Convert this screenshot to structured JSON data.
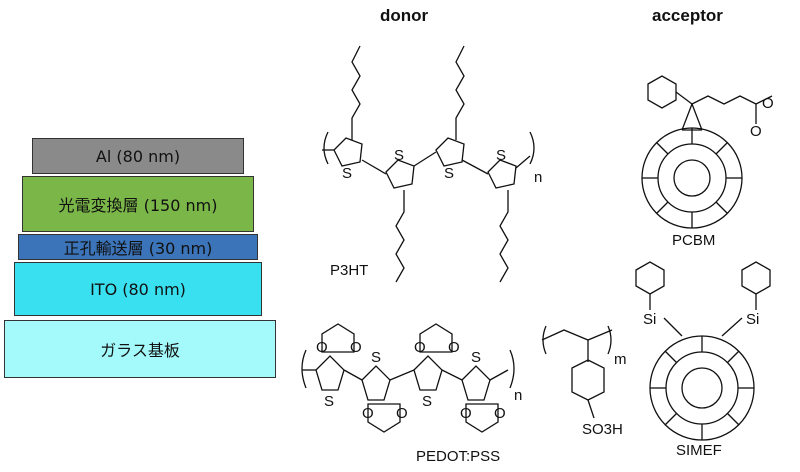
{
  "layers": [
    {
      "label": "Al (80 nm)",
      "color": "#8a8a8a"
    },
    {
      "label": "光電変換層 (150 nm)",
      "color": "#7ab648"
    },
    {
      "label": "正孔輸送層 (30 nm)",
      "color": "#3b74b8"
    },
    {
      "label": "ITO (80 nm)",
      "color": "#39e0f0"
    },
    {
      "label": "ガラス基板",
      "color": "#a4fafa"
    }
  ],
  "headers": {
    "donor": "donor",
    "acceptor": "acceptor"
  },
  "molecules": {
    "p3ht": {
      "name": "P3HT",
      "repeat": "n"
    },
    "pedot": {
      "name": "PEDOT:PSS",
      "repeat": "n"
    },
    "pss": {
      "repeat": "m",
      "group": "SO3H"
    },
    "pcbm": {
      "name": "PCBM"
    },
    "simef": {
      "name": "SIMEF"
    }
  },
  "atoms": {
    "S": "S",
    "O": "O",
    "Si": "Si"
  }
}
